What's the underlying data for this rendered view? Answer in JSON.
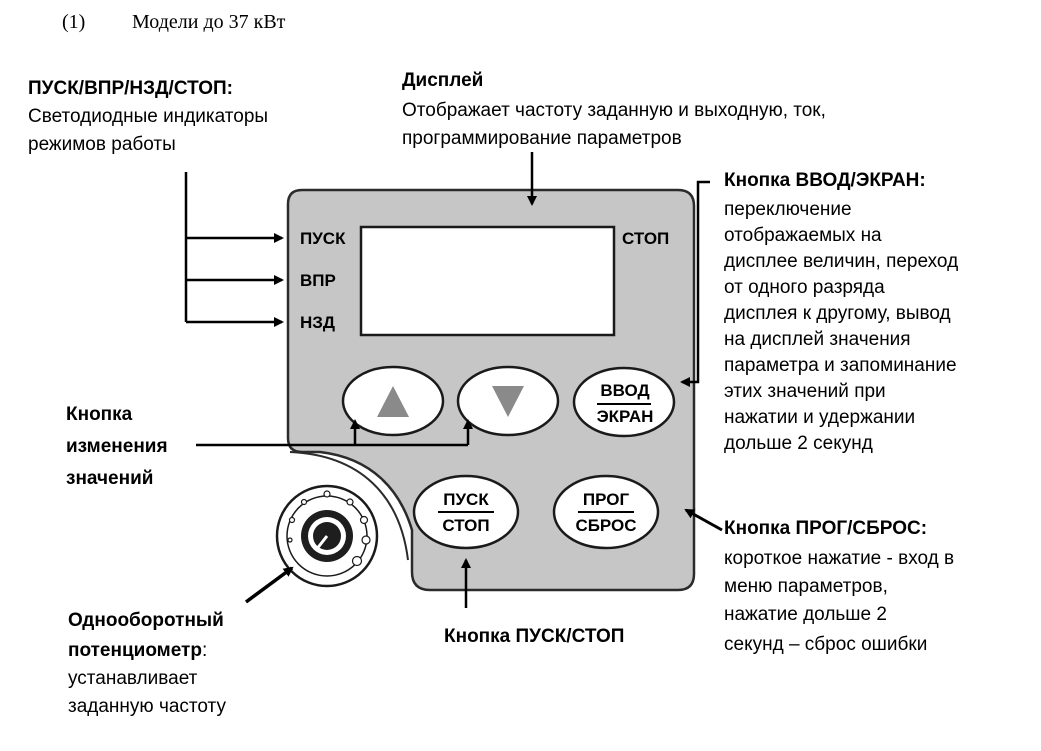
{
  "heading": {
    "number": "(1)",
    "text": "Модели до 37 кВт"
  },
  "callouts": {
    "leds": {
      "title": "ПУСК/ВПР/НЗД/СТОП:",
      "desc1": "Светодиодные индикаторы",
      "desc2": "режимов работы"
    },
    "display": {
      "title": "Дисплей",
      "desc1": "Отображает частоту заданную и выходную, ток,",
      "desc2": "программирование параметров"
    },
    "enter": {
      "title": "Кнопка ВВОД/ЭКРАН:",
      "lines": [
        "переключение",
        "отображаемых на",
        "дисплее величин, переход",
        "от одного разряда",
        "дисплея к другому, вывод",
        "на дисплей значения",
        "параметра и запоминание",
        "этих значений при",
        "нажатии и удержании",
        "дольше 2 секунд"
      ]
    },
    "change": {
      "line1": "Кнопка",
      "line2": "изменения",
      "line3": "значений"
    },
    "prog": {
      "title": "Кнопка ПРОГ/СБРОС:",
      "lines": [
        "короткое нажатие - вход в",
        "меню параметров,",
        "нажатие дольше 2",
        "секунд – сброс ошибки"
      ]
    },
    "runstop": {
      "title": "Кнопка ПУСК/СТОП"
    },
    "pot": {
      "title1": "Однооборотный",
      "title2": "потенциометр",
      "colon": ":",
      "desc1": "устанавливает",
      "desc2": "заданную частоту"
    }
  },
  "panel": {
    "led_run": "ПУСК",
    "led_fwd": "ВПР",
    "led_rev": "НЗД",
    "led_stop": "СТОП",
    "btn_enter_top": "ВВОД",
    "btn_enter_bottom": "ЭКРАН",
    "btn_run_top": "ПУСК",
    "btn_run_bottom": "СТОП",
    "btn_prog_top": "ПРОГ",
    "btn_prog_bottom": "СБРОС"
  },
  "colors": {
    "panel": "#c6c6c6",
    "panel_border": "#2b2b2b",
    "arrow_icon": "#8a8a8a"
  }
}
